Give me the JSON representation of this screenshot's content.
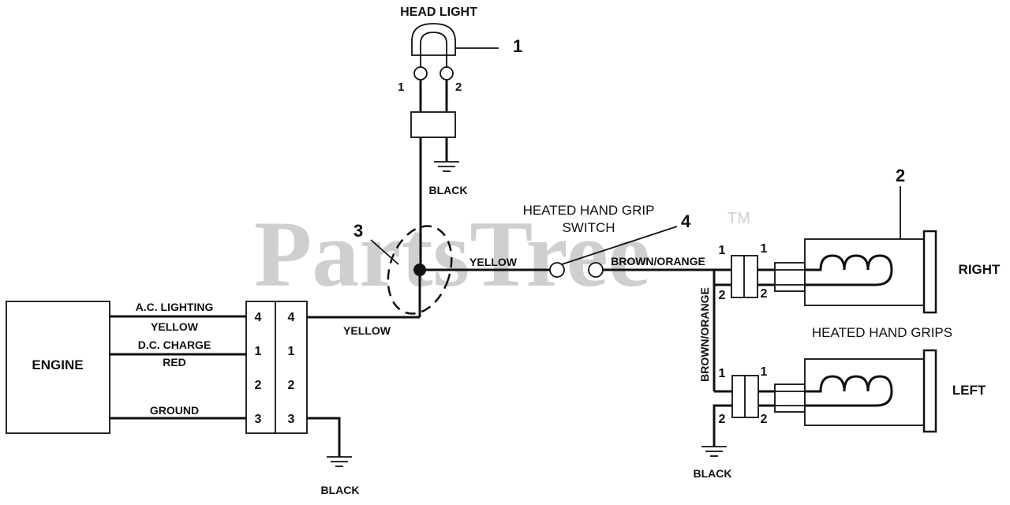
{
  "watermark": {
    "text": "PartsTree",
    "tm": "TM"
  },
  "callouts": {
    "c1": "1",
    "c2": "2",
    "c3": "3",
    "c4": "4"
  },
  "headlight": {
    "title": "HEAD LIGHT",
    "pin1": "1",
    "pin2": "2",
    "ground_label": "BLACK"
  },
  "switch": {
    "title_line1": "HEATED HAND GRIP",
    "title_line2": "SWITCH"
  },
  "engine": {
    "label": "ENGINE",
    "wires": {
      "ac_lighting": "A.C. LIGHTING",
      "yellow": "YELLOW",
      "dc_charge": "D.C. CHARGE",
      "red": "RED",
      "ground": "GROUND"
    }
  },
  "connector": {
    "left_pins": [
      "4",
      "1",
      "2",
      "3"
    ],
    "right_pins": [
      "4",
      "1",
      "2",
      "3"
    ],
    "ground_label": "BLACK"
  },
  "wires": {
    "yellow_lower": "YELLOW",
    "yellow_upper": "YELLOW",
    "brown_orange_horizontal": "BROWN/ORANGE",
    "brown_orange_vertical": "BROWN/ORANGE"
  },
  "grips": {
    "title": "HEATED HAND GRIPS",
    "right_label": "RIGHT",
    "left_label": "LEFT",
    "right_pins": {
      "outer1": "1",
      "inner1": "1",
      "outer2": "2",
      "inner2": "2"
    },
    "left_pins": {
      "outer1": "1",
      "inner1": "1",
      "outer2": "2",
      "inner2": "2"
    },
    "ground_label": "BLACK"
  }
}
